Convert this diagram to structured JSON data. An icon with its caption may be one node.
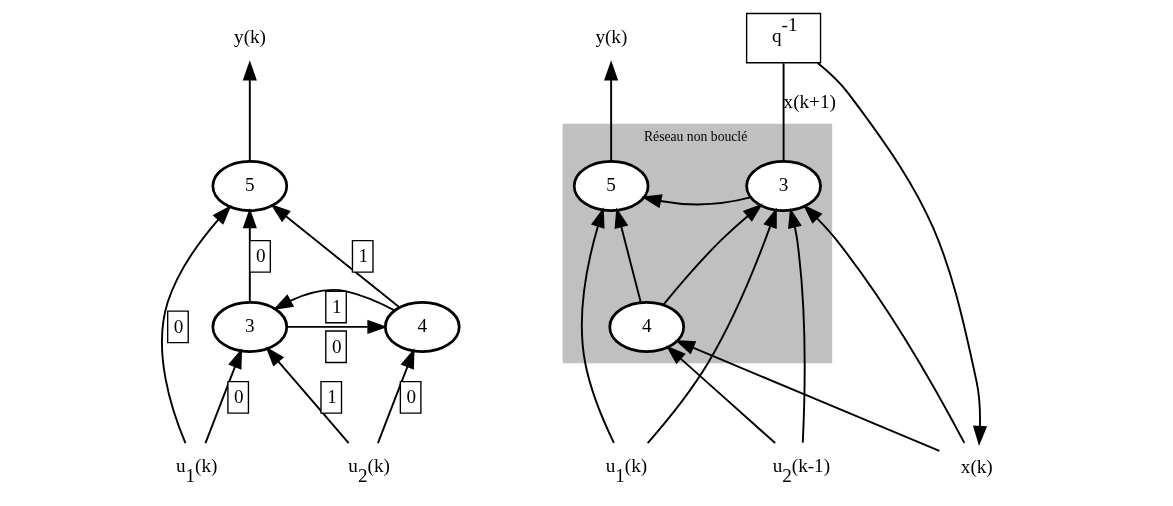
{
  "diagram": {
    "nodes": [
      {
        "text": [
          "y(k)"
        ]
      },
      {
        "text": [
          "5"
        ]
      },
      {
        "text": [
          "3"
        ]
      },
      {
        "text": [
          "4"
        ]
      },
      {
        "text": [
          "u$_{1}$(k)"
        ]
      },
      {
        "text": [
          "u$_{2}$(k)"
        ]
      },
      {
        "text": [
          "Réseau non bouclé"
        ]
      },
      {
        "text": [
          "y(k)"
        ]
      },
      {
        "text": [
          "5"
        ],
        "in": 6
      },
      {
        "text": [
          "3"
        ],
        "in": 6
      },
      {
        "text": [
          "4"
        ],
        "in": 6
      },
      {
        "text": [
          "u$_{1}$(k)"
        ]
      },
      {
        "text": [
          "u$_{2}$(k-1)"
        ]
      },
      {
        "text": [
          "x(k)"
        ]
      },
      {
        "text": [
          "q$^{-1}$"
        ]
      }
    ],
    "edges": [
      {
        "from": 1,
        "to": 0,
        "arrow": "to"
      },
      {
        "from": 2,
        "to": 1,
        "arrow": "to",
        "label": "0"
      },
      {
        "from": 4,
        "to": 1,
        "arrow": "to",
        "label": "0"
      },
      {
        "from": 3,
        "to": 1,
        "arrow": "to",
        "label": "1"
      },
      {
        "from": 2,
        "to": 3,
        "arrow": "to",
        "label": "0"
      },
      {
        "from": 3,
        "to": 2,
        "arrow": "to",
        "label": "1"
      },
      {
        "from": 4,
        "to": 2,
        "arrow": "to",
        "label": "0"
      },
      {
        "from": 5,
        "to": 2,
        "arrow": "to",
        "label": "1"
      },
      {
        "from": 5,
        "to": 3,
        "arrow": "to",
        "label": "0"
      },
      {
        "from": 8,
        "to": 7,
        "arrow": "to"
      },
      {
        "from": 9,
        "to": 8,
        "arrow": "to"
      },
      {
        "from": 10,
        "to": 8,
        "arrow": "to"
      },
      {
        "from": 11,
        "to": 8,
        "arrow": "to"
      },
      {
        "from": 11,
        "to": 9,
        "arrow": "to"
      },
      {
        "from": 10,
        "to": 9,
        "arrow": "to"
      },
      {
        "from": 12,
        "to": 10,
        "arrow": "to"
      },
      {
        "from": 12,
        "to": 9,
        "arrow": "to"
      },
      {
        "from": 13,
        "to": 10,
        "arrow": "to"
      },
      {
        "from": 13,
        "to": 9,
        "arrow": "to"
      },
      {
        "from": 9,
        "to": 14,
        "arrow": "none",
        "label": "x(k+1)"
      },
      {
        "from": 14,
        "to": 13,
        "arrow": "to"
      }
    ]
  }
}
